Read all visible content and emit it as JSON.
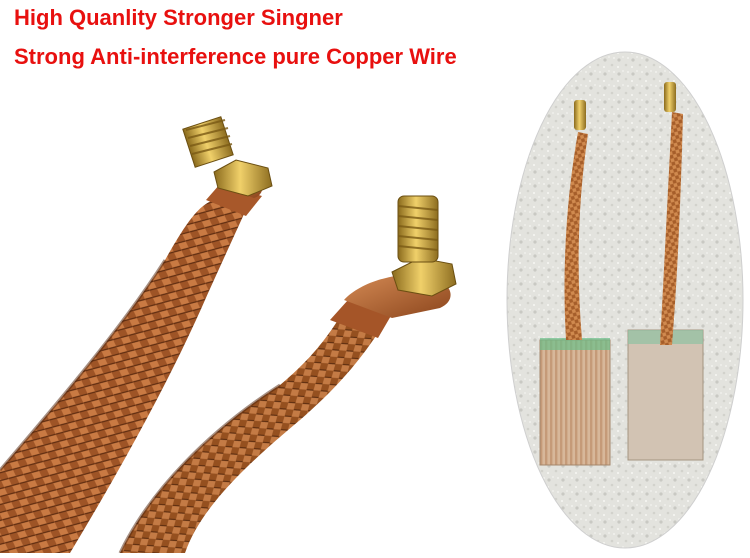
{
  "headline": {
    "line1": "High Quanlity Stronger Singner",
    "line2": "Strong Anti-interference pure Copper Wire"
  },
  "colors": {
    "headline_red": "#e8100f",
    "copper": "#b5652e",
    "copper_dark": "#6e3515",
    "brass": "#c9a437",
    "background": "#ffffff",
    "wall": "#e4e4df"
  },
  "icons": [
    "main-copper-braid-image",
    "wall-inset-image"
  ]
}
